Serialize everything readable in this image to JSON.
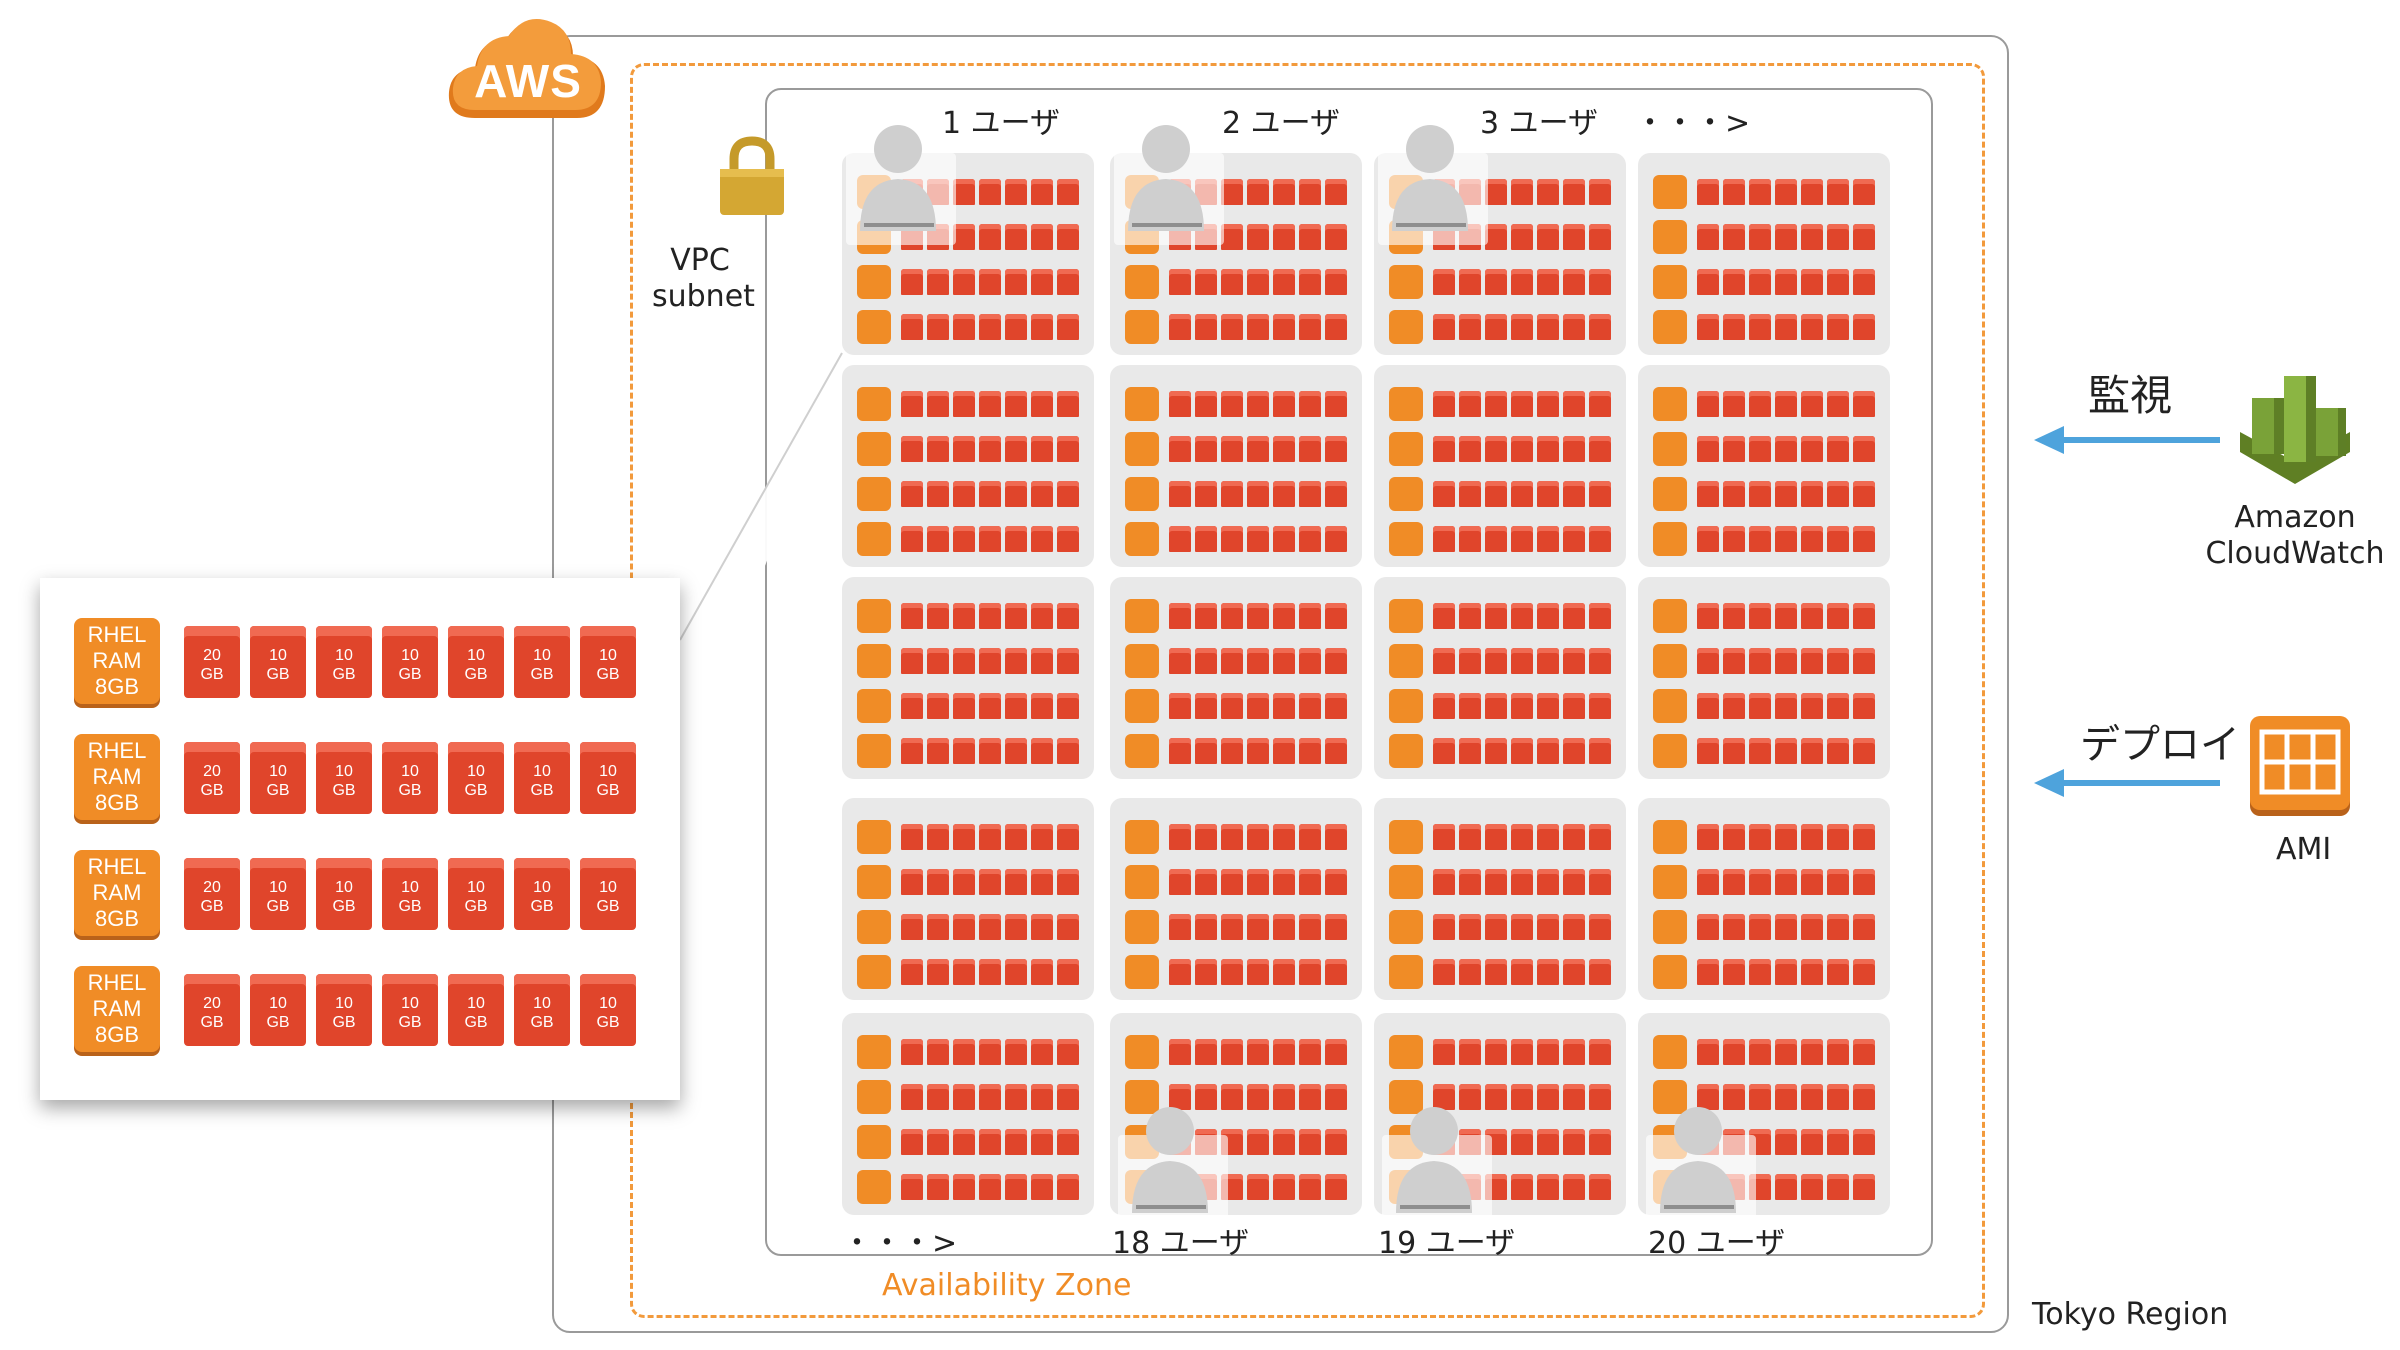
{
  "aws": {
    "logo": "AWS"
  },
  "region": {
    "label": "Tokyo Region"
  },
  "availability_zone": {
    "label": "Availability Zone"
  },
  "vpc": {
    "label_line1": "VPC",
    "label_line2": "subnet",
    "icon": "lock-icon"
  },
  "users": {
    "top": [
      "1 ユーザ",
      "2 ユーザ",
      "3 ユーザ",
      "・・・>"
    ],
    "bottom": [
      "・・・>",
      "18 ユーザ",
      "19 ユーザ",
      "20 ユーザ"
    ]
  },
  "grid": {
    "rows": 5,
    "cols": 4,
    "instances_per_box": 4,
    "volumes_per_instance": 7
  },
  "callout": {
    "rows": [
      {
        "instance": [
          "RHEL",
          "RAM",
          "8GB"
        ],
        "volumes": [
          [
            "20",
            "GB"
          ],
          [
            "10",
            "GB"
          ],
          [
            "10",
            "GB"
          ],
          [
            "10",
            "GB"
          ],
          [
            "10",
            "GB"
          ],
          [
            "10",
            "GB"
          ],
          [
            "10",
            "GB"
          ]
        ]
      },
      {
        "instance": [
          "RHEL",
          "RAM",
          "8GB"
        ],
        "volumes": [
          [
            "20",
            "GB"
          ],
          [
            "10",
            "GB"
          ],
          [
            "10",
            "GB"
          ],
          [
            "10",
            "GB"
          ],
          [
            "10",
            "GB"
          ],
          [
            "10",
            "GB"
          ],
          [
            "10",
            "GB"
          ]
        ]
      },
      {
        "instance": [
          "RHEL",
          "RAM",
          "8GB"
        ],
        "volumes": [
          [
            "20",
            "GB"
          ],
          [
            "10",
            "GB"
          ],
          [
            "10",
            "GB"
          ],
          [
            "10",
            "GB"
          ],
          [
            "10",
            "GB"
          ],
          [
            "10",
            "GB"
          ],
          [
            "10",
            "GB"
          ]
        ]
      },
      {
        "instance": [
          "RHEL",
          "RAM",
          "8GB"
        ],
        "volumes": [
          [
            "20",
            "GB"
          ],
          [
            "10",
            "GB"
          ],
          [
            "10",
            "GB"
          ],
          [
            "10",
            "GB"
          ],
          [
            "10",
            "GB"
          ],
          [
            "10",
            "GB"
          ],
          [
            "10",
            "GB"
          ]
        ]
      }
    ]
  },
  "cloudwatch": {
    "arrow_label": "監視",
    "name_line1": "Amazon",
    "name_line2": "CloudWatch",
    "icon": "cloudwatch-icon"
  },
  "ami": {
    "arrow_label": "デプロイ",
    "name": "AMI",
    "icon": "ami-icon"
  },
  "colors": {
    "aws_orange": "#f08c26",
    "volume_red": "#e0452b",
    "arrow_blue": "#4ea3dc",
    "az_dash": "#f29a3c"
  }
}
